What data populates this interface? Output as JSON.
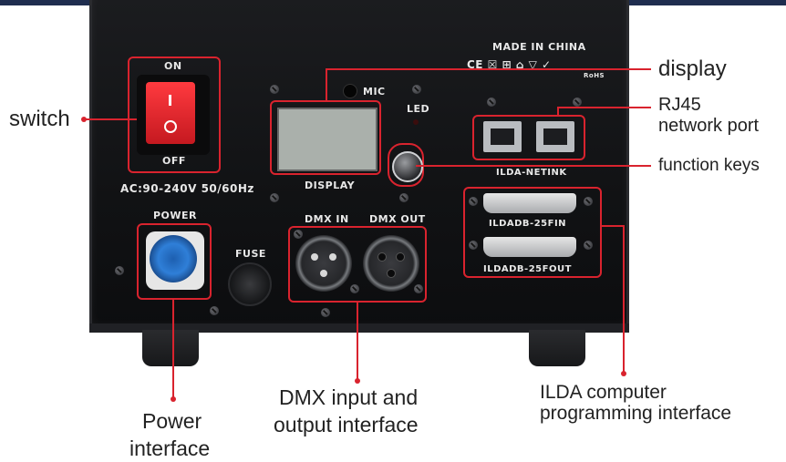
{
  "panel_labels": {
    "made_in": "MADE IN CHINA",
    "cert_marks": "CE ☒ ⊞ ⌂ ▽ ✓",
    "rohs": "RoHS",
    "on": "ON",
    "off": "OFF",
    "voltage": "AC:90-240V  50/60Hz",
    "mic": "MIC",
    "led": "LED",
    "display": "DISPLAY",
    "ilda_netink": "ILDA-NETINK",
    "power": "POWER",
    "fuse": "FUSE",
    "dmx_in": "DMX IN",
    "dmx_out": "DMX OUT",
    "ilda_in": "ILDADB-25FIN",
    "ilda_out": "ILDADB-25FOUT"
  },
  "callouts": {
    "switch": "switch",
    "display": "display",
    "rj45_line1": "RJ45",
    "rj45_line2": "network port",
    "function_keys": "function keys",
    "dmx_line1": "DMX input and",
    "dmx_line2": "output interface",
    "power_line1": "Power",
    "power_line2": "interface",
    "ilda_line1": "ILDA computer",
    "ilda_line2": "programming interface"
  },
  "colors": {
    "highlight": "#d9232e",
    "panel": "#151618",
    "switch_rocker": "#e8262f",
    "power_connector": "#2f7fd8",
    "lcd": "#aab0ab"
  }
}
